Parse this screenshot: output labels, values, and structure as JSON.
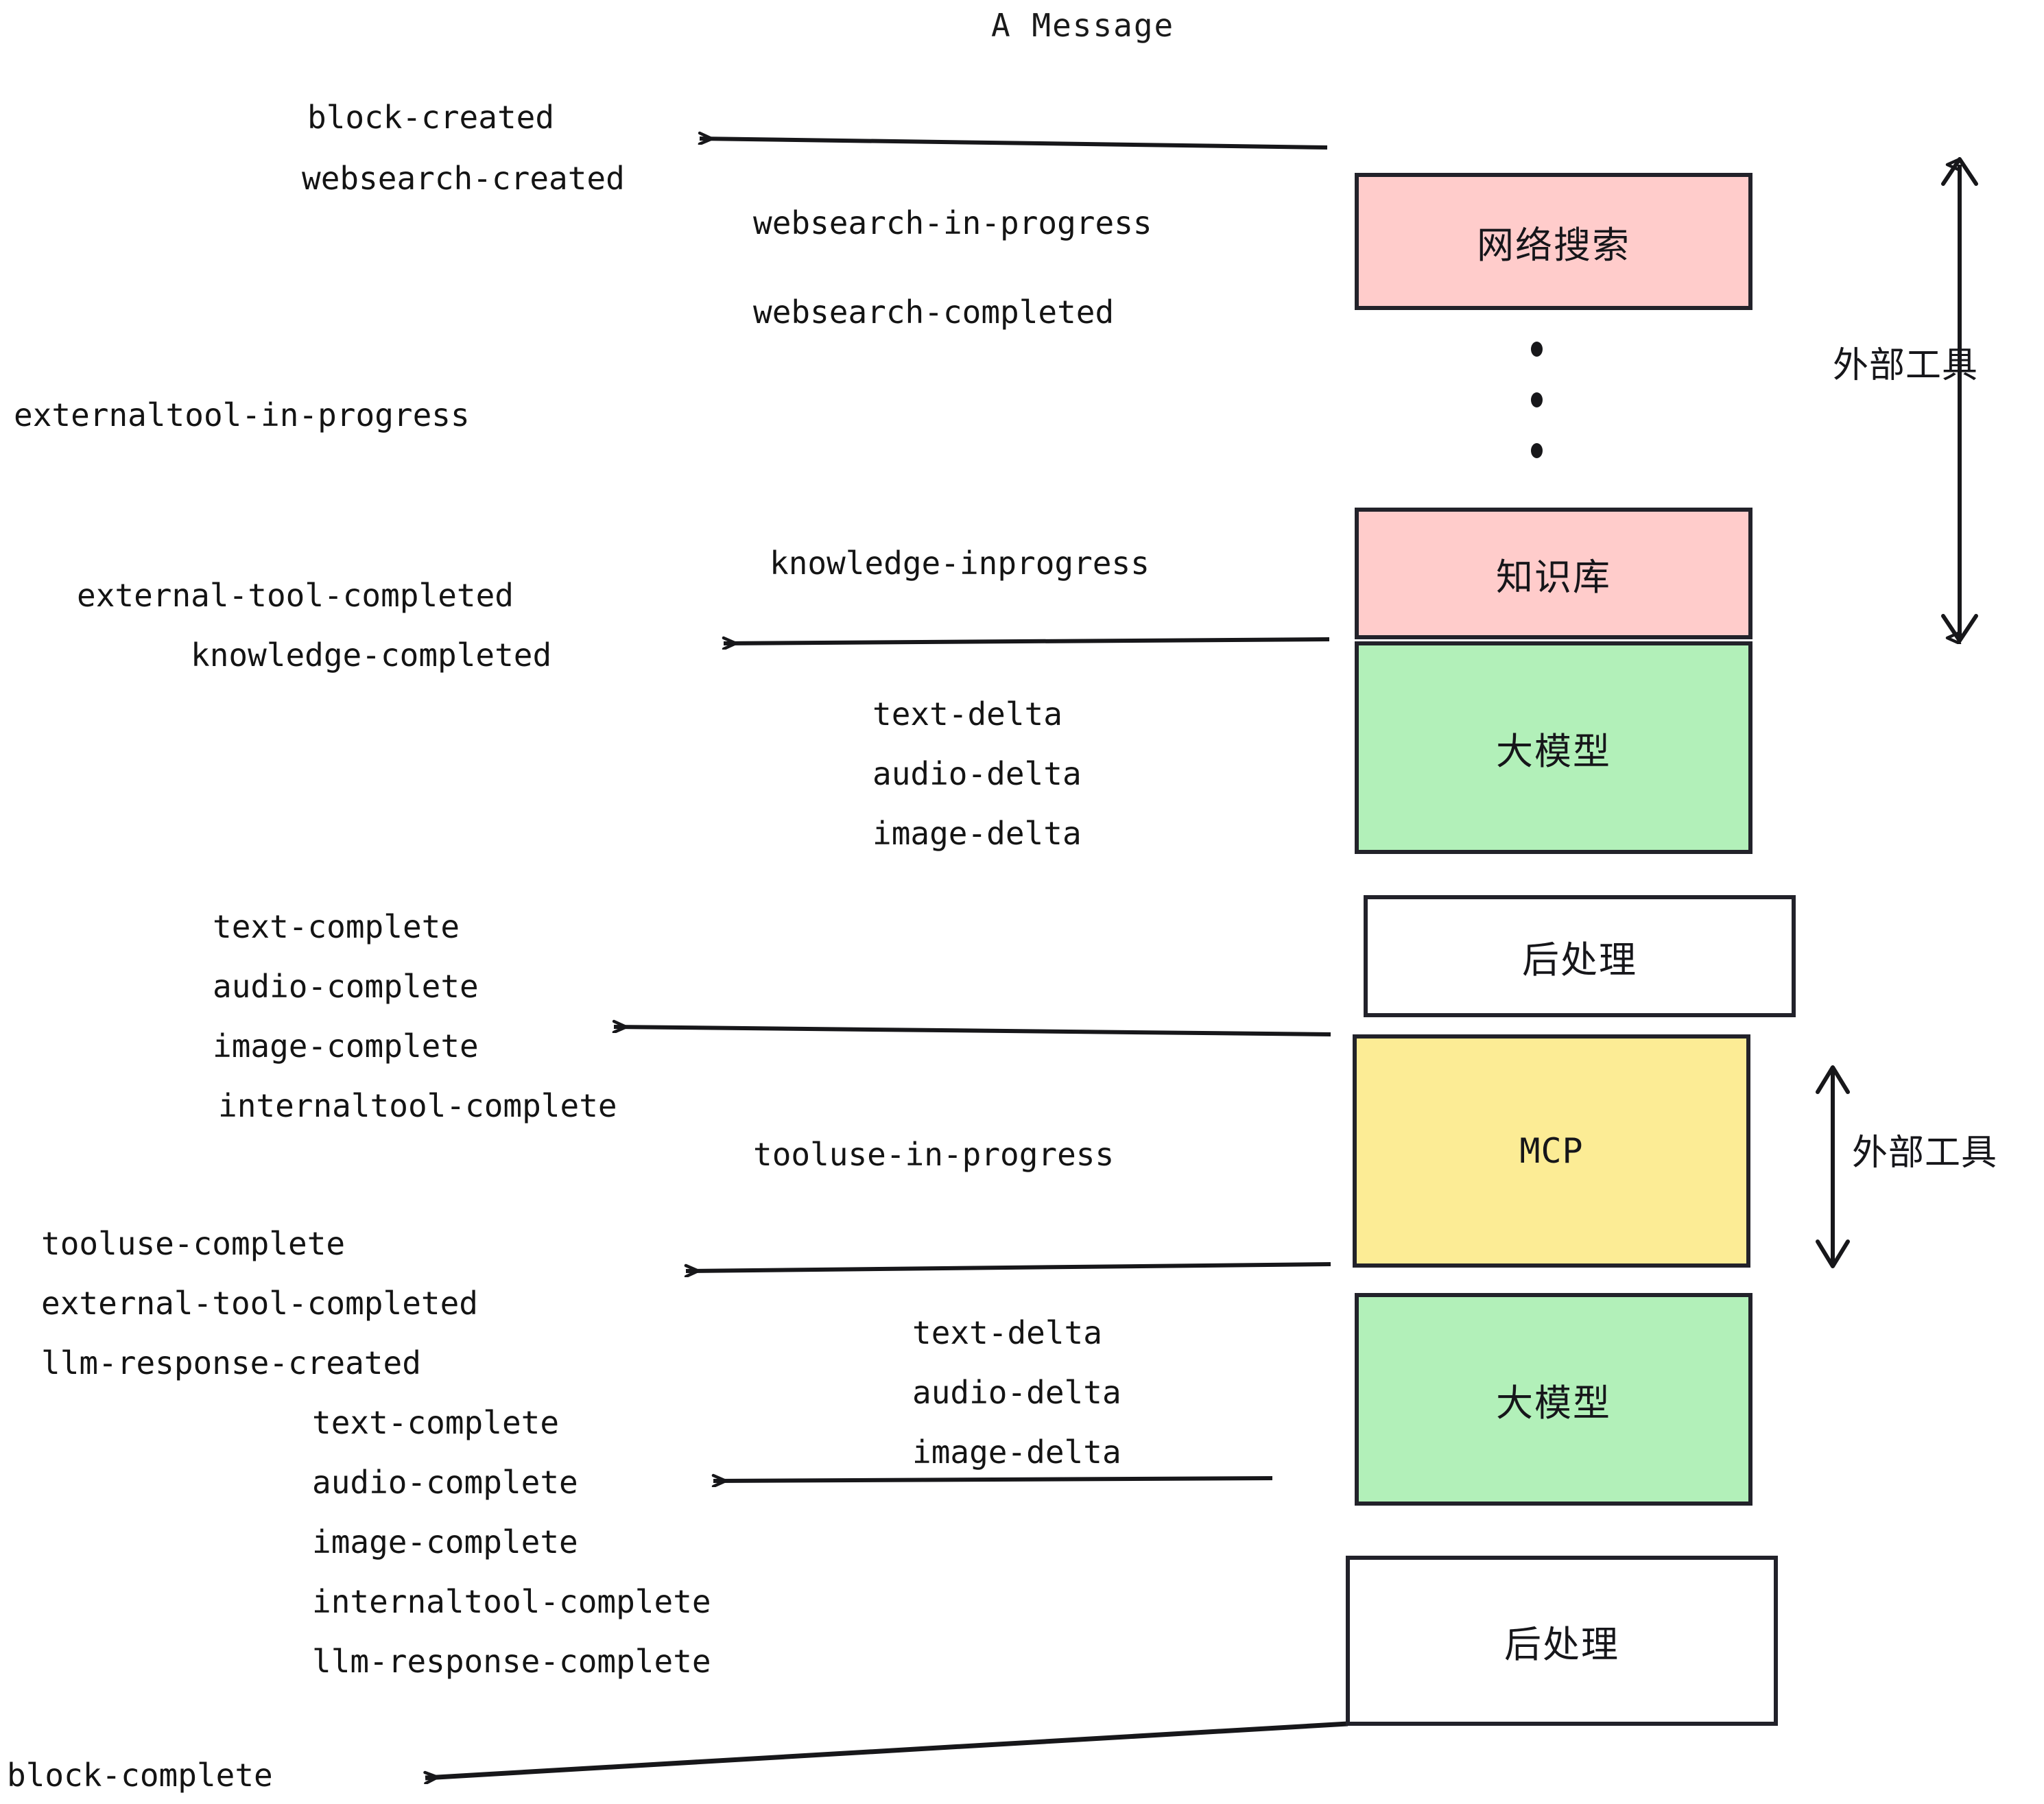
{
  "title": "A Message",
  "colors": {
    "pink": "#ffcccb",
    "green": "#b2f0b9",
    "yellow": "#fcec95",
    "white": "#ffffff",
    "stroke": "#22222a",
    "text": "#141414"
  },
  "boxes": [
    {
      "label": "网络搜索",
      "fill": "pink",
      "name": "web-search-box"
    },
    {
      "label": "知识库",
      "fill": "pink",
      "name": "knowledge-base-box"
    },
    {
      "label": "大模型",
      "fill": "green",
      "name": "llm-box-upper"
    },
    {
      "label": "后处理",
      "fill": "white",
      "name": "post-process-box-upper"
    },
    {
      "label": "MCP",
      "fill": "yellow",
      "name": "mcp-box"
    },
    {
      "label": "大模型",
      "fill": "green",
      "name": "llm-box-lower"
    },
    {
      "label": "后处理",
      "fill": "white",
      "name": "post-process-box-lower"
    }
  ],
  "side_annotations": [
    {
      "label": "外部工具",
      "name": "external-tool-annotation-upper"
    },
    {
      "label": "外部工具",
      "name": "external-tool-annotation-lower"
    }
  ],
  "events": {
    "g1": [
      "block-created",
      "websearch-created",
      "websearch-in-progress",
      "websearch-completed"
    ],
    "g2": [
      "externaltool-in-progress"
    ],
    "g3": [
      "knowledge-inprogress",
      "external-tool-completed",
      "knowledge-completed"
    ],
    "g4": [
      "text-delta",
      "audio-delta",
      "image-delta"
    ],
    "g5": [
      "text-complete",
      "audio-complete",
      "image-complete",
      "internaltool-complete",
      "tooluse-in-progress"
    ],
    "g6": [
      "tooluse-complete",
      "external-tool-completed",
      "llm-response-created"
    ],
    "g7": [
      "text-delta",
      "audio-delta",
      "image-delta"
    ],
    "g8": [
      "text-complete",
      "audio-complete",
      "image-complete",
      "internaltool-complete",
      "llm-response-complete"
    ],
    "g9": [
      "block-complete"
    ]
  }
}
